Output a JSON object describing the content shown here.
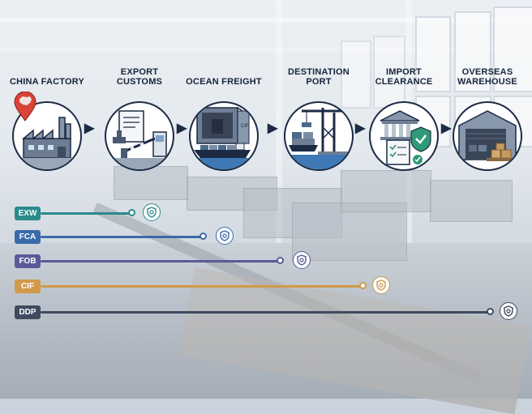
{
  "stages": [
    {
      "label": "CHINA FACTORY",
      "icon": "factory-icon"
    },
    {
      "label": "EXPORT\nCUSTOMS",
      "icon": "customs-icon"
    },
    {
      "label": "OCEAN FREIGHT",
      "icon": "ship-icon"
    },
    {
      "label": "DESTINATION\nPORT",
      "icon": "port-crane-icon"
    },
    {
      "label": "IMPORT\nCLEARANCE",
      "icon": "clearance-icon"
    },
    {
      "label": "OVERSEAS\nWAREHOUSE",
      "icon": "warehouse-icon"
    }
  ],
  "container_text": "CIF",
  "terms": [
    {
      "code": "EXW",
      "color": "#2a8a8c",
      "covers_stages": 1
    },
    {
      "code": "FCA",
      "color": "#3a6aaa",
      "covers_stages": 2
    },
    {
      "code": "FOB",
      "color": "#5a5a9a",
      "covers_stages": 3
    },
    {
      "code": "CIF",
      "color": "#d09a4a",
      "covers_stages": 4
    },
    {
      "code": "DDP",
      "color": "#3e4a5e",
      "covers_stages": 6
    }
  ],
  "colors": {
    "stage_border": "#1c2a44",
    "label_text": "#16243b",
    "china_pin": "#d8433a"
  }
}
